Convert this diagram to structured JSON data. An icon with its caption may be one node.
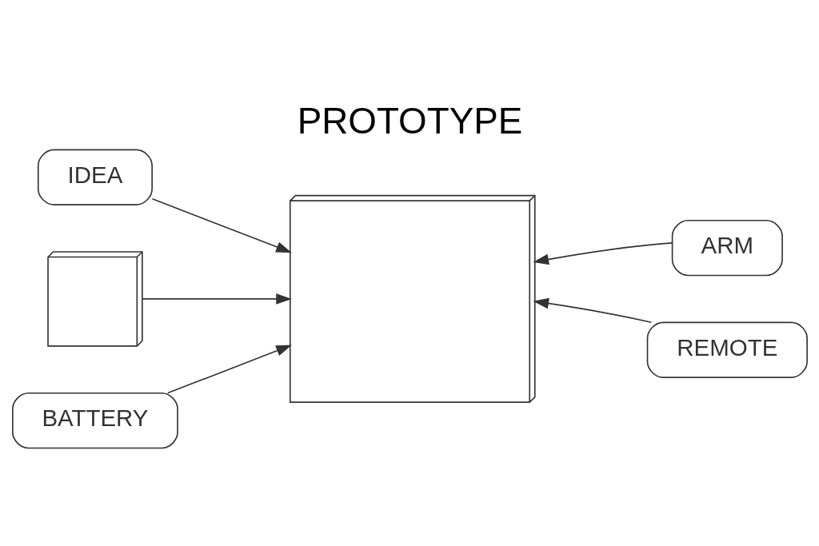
{
  "diagram": {
    "title": "PROTOTYPE",
    "nodes": [
      {
        "text": [],
        "shape": "picture"
      },
      {
        "text": [
          "IDEA"
        ]
      },
      {
        "text": [],
        "shape": "picture"
      },
      {
        "text": [
          "ARM"
        ]
      },
      {
        "text": [
          "BATTERY"
        ]
      },
      {
        "text": [
          "REMOTE"
        ]
      }
    ],
    "edges": [
      {
        "from": 1,
        "to": 0,
        "arrow": "to"
      },
      {
        "from": 2,
        "to": 0,
        "arrow": "to"
      },
      {
        "from": 3,
        "to": 0,
        "arrow": "to"
      },
      {
        "from": 4,
        "to": 0,
        "arrow": "to"
      },
      {
        "from": 5,
        "to": 0,
        "arrow": "to"
      }
    ]
  }
}
